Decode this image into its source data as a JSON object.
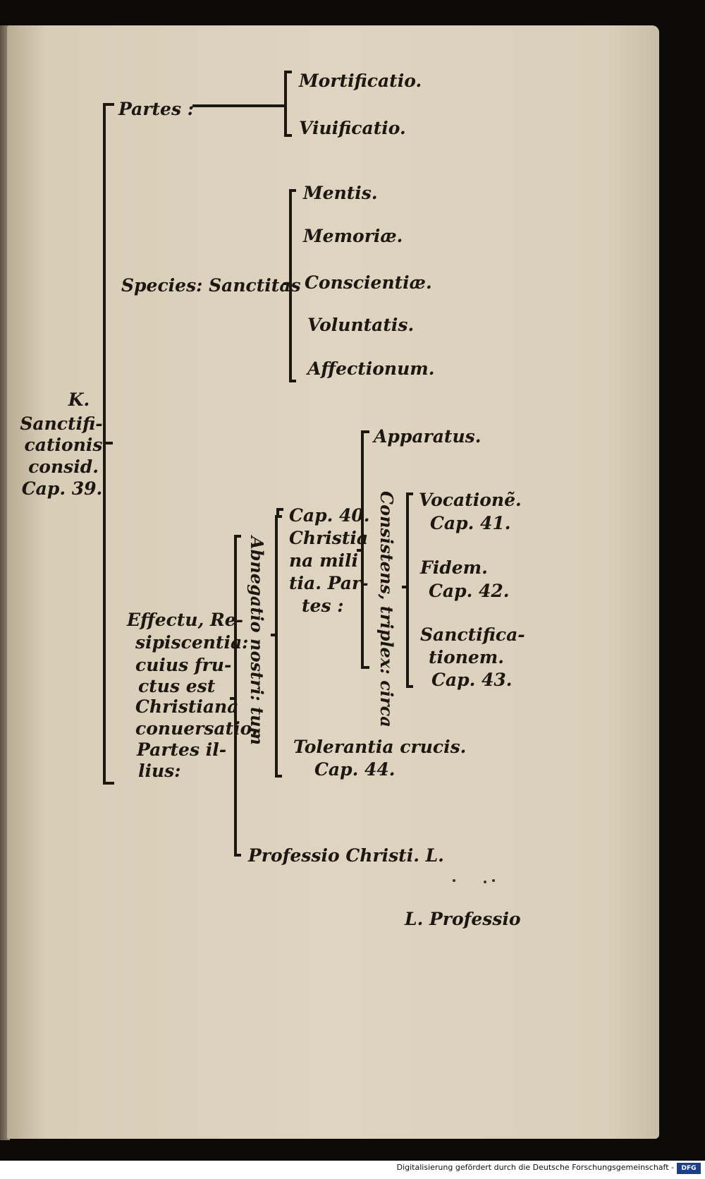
{
  "tree": {
    "root": {
      "letter": "K.",
      "lines": [
        "Sanctifi-",
        "cationis",
        "consid.",
        "Cap. 39."
      ]
    },
    "partes": {
      "label": "Partes :",
      "items": [
        "Mortificatio.",
        "Viuificatio."
      ]
    },
    "species": {
      "label": "Species: Sanctitas",
      "items": [
        "Mentis.",
        "Memoriæ.",
        "Conscientiæ.",
        "Voluntatis.",
        "Affectionum."
      ]
    },
    "effectu": {
      "lines": [
        "Effectu, Re-",
        "sipiscentia:",
        "cuius fru-",
        "ctus est",
        "Christiana",
        "conuersatio.",
        "Partes il-",
        "lius:"
      ],
      "vertical_label": "Abnegatio nostri: tum",
      "militia": {
        "lines": [
          "Cap. 40.",
          "Christia",
          "na mili",
          "tia. Par-",
          "tes :"
        ]
      },
      "consistens_label": "Consistens, triplex: circa",
      "apparatus": "Apparatus.",
      "sub_items": [
        {
          "label": "Vocationẽ.",
          "cap": "Cap. 41."
        },
        {
          "label": "Fidem.",
          "cap": "Cap. 42."
        },
        {
          "label": "Sanctifica-",
          "label2": "tionem.",
          "cap": "Cap. 43."
        }
      ],
      "tolerantia": {
        "label": "Tolerantia crucis.",
        "cap": "Cap. 44."
      },
      "professio": "Professio Christi. L."
    }
  },
  "catchword": "L. Professio",
  "footer": {
    "credit": "Digitalisierung gefördert durch die Deutsche Forschungsgemeinschaft -",
    "badge": "DFG"
  }
}
